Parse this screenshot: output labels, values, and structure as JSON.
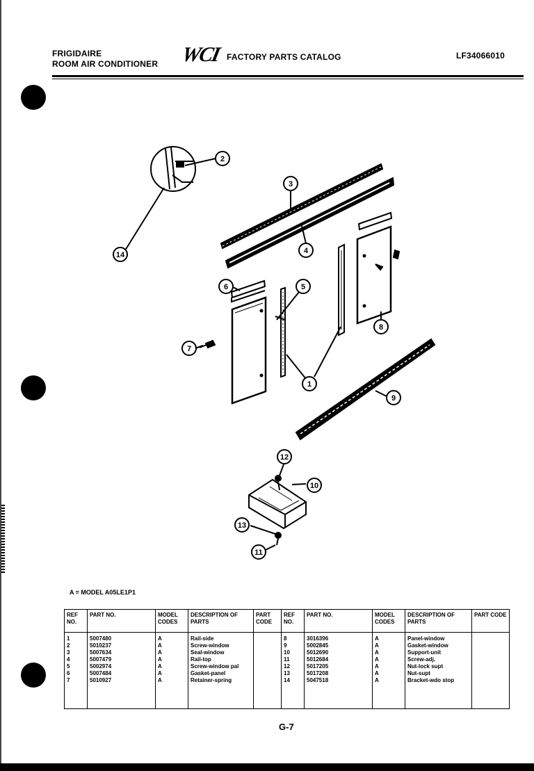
{
  "header": {
    "brand_line1": "FRIGIDAIRE",
    "brand_line2": "ROOM AIR CONDITIONER",
    "logo": "WCI",
    "catalog_title": "FACTORY PARTS CATALOG",
    "model_code": "LF34066010"
  },
  "callouts": [
    "1",
    "2",
    "3",
    "4",
    "5",
    "6",
    "7",
    "8",
    "9",
    "10",
    "11",
    "12",
    "13",
    "14"
  ],
  "model_note": "A = MODEL A05LE1P1",
  "table": {
    "headers": {
      "ref_no": "REF NO.",
      "part_no": "PART NO.",
      "model_codes": "MODEL CODES",
      "description": "DESCRIPTION OF PARTS",
      "part_code": "PART CODE"
    },
    "left_rows": [
      {
        "ref": "1",
        "part": "5007480",
        "model": "A",
        "desc": "Rail-side"
      },
      {
        "ref": "2",
        "part": "5010237",
        "model": "A",
        "desc": "Screw-window"
      },
      {
        "ref": "3",
        "part": "5007634",
        "model": "A",
        "desc": "Seal-window"
      },
      {
        "ref": "4",
        "part": "5007479",
        "model": "A",
        "desc": "Rail-top"
      },
      {
        "ref": "5",
        "part": "5002974",
        "model": "A",
        "desc": "Screw-window pal"
      },
      {
        "ref": "6",
        "part": "5007484",
        "model": "A",
        "desc": "Gasket-panel"
      },
      {
        "ref": "7",
        "part": "5010927",
        "model": "A",
        "desc": "Retainer-spring"
      }
    ],
    "right_rows": [
      {
        "ref": "8",
        "part": "3016396",
        "model": "A",
        "desc": "Panel-window"
      },
      {
        "ref": "9",
        "part": "5002845",
        "model": "A",
        "desc": "Gasket-window"
      },
      {
        "ref": "10",
        "part": "5012690",
        "model": "A",
        "desc": "Support-unit"
      },
      {
        "ref": "11",
        "part": "5012684",
        "model": "A",
        "desc": "Screw-adj."
      },
      {
        "ref": "12",
        "part": "5017205",
        "model": "A",
        "desc": "Nut-lock supt"
      },
      {
        "ref": "13",
        "part": "5017208",
        "model": "A",
        "desc": "Nut-supt"
      },
      {
        "ref": "14",
        "part": "5047518",
        "model": "A",
        "desc": "Bracket-wdo stop"
      }
    ]
  },
  "page_number": "G-7"
}
